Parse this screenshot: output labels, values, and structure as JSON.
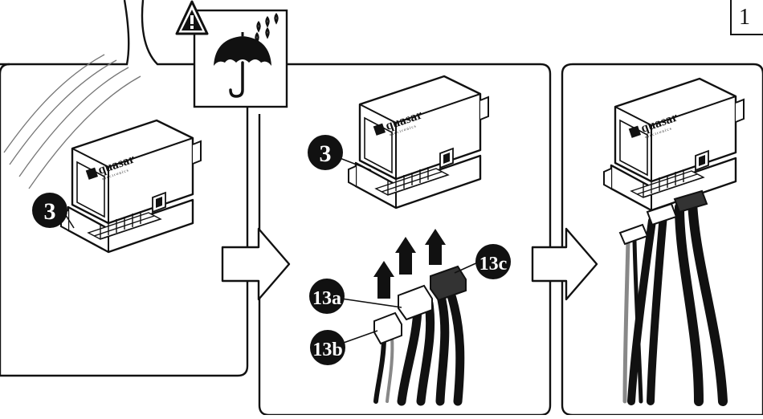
{
  "page_number": "1",
  "brand": {
    "name": "quasar",
    "tagline": "e l e c t r o n i c s"
  },
  "callouts": {
    "panel1_unit": "3",
    "panel2_unit": "3",
    "connector_a": "13a",
    "connector_b": "13b",
    "connector_c": "13c"
  },
  "icons": {
    "warning": "warning-triangle-icon",
    "weather": "umbrella-rain-icon",
    "next": "arrow-right-icon",
    "insert": "arrow-up-icon"
  },
  "colors": {
    "line": "#111111",
    "callout_fill": "#111111",
    "callout_text": "#ffffff",
    "cable": "#1a1a1a",
    "cable_light": "#9a9a9a"
  }
}
